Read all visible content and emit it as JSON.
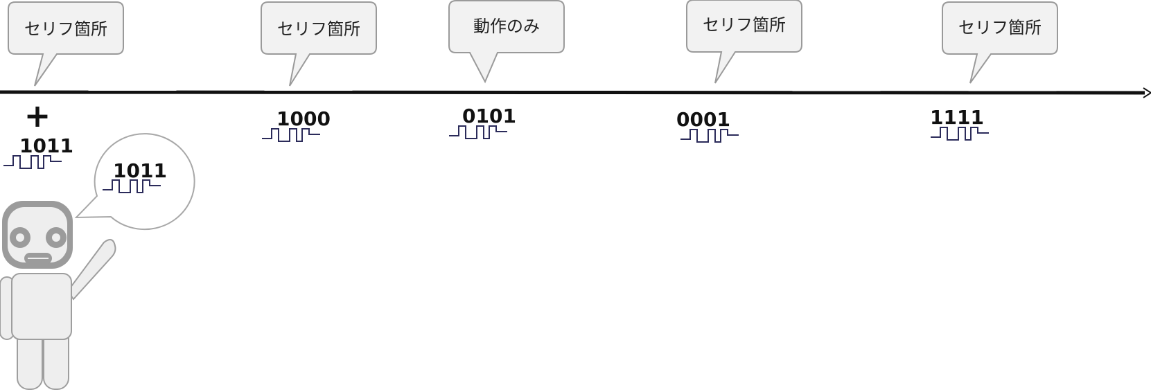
{
  "callouts": [
    {
      "text": "セリフ箇所"
    },
    {
      "text": "セリフ箇所"
    },
    {
      "text": "動作のみ"
    },
    {
      "text": "セリフ箇所"
    },
    {
      "text": "セリフ箇所"
    }
  ],
  "timeline": {
    "plus_symbol": "+",
    "codes": [
      "1011",
      "1000",
      "0101",
      "0001",
      "1111"
    ]
  },
  "character": {
    "speech_code": "1011"
  },
  "colors": {
    "timeline": "#111111",
    "callout_fill": "#f2f2f2",
    "callout_stroke": "#9a9a9a",
    "waveform": "#2b2b5a",
    "robot_fill": "#eeeeee",
    "robot_stroke": "#9e9e9e",
    "robot_head": "#9b9b9b"
  }
}
